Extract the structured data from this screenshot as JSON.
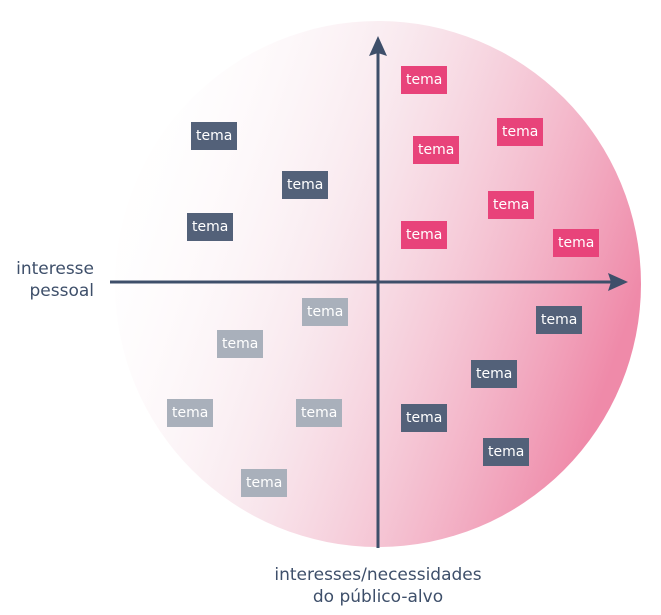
{
  "colors": {
    "axis": "#3e4f6a",
    "circle_gradient_start": "#ffffff",
    "circle_gradient_end": "#ef8aa9",
    "tag_pink": "#e8437a",
    "tag_dark": "#536179",
    "tag_light": "#a9b0bb",
    "tag_text": "#ffffff"
  },
  "axes": {
    "x_label": "interesse pessoal",
    "x_label_lines": [
      "interesse",
      "pessoal"
    ],
    "y_label": "interesses/necessidades do público-alvo",
    "y_label_lines": [
      "interesses/necessidades",
      "do público-alvo"
    ]
  },
  "tags": [
    {
      "label": "tema",
      "quadrant": "top-right",
      "style": "pink"
    },
    {
      "label": "tema",
      "quadrant": "top-right",
      "style": "pink"
    },
    {
      "label": "tema",
      "quadrant": "top-right",
      "style": "pink"
    },
    {
      "label": "tema",
      "quadrant": "top-right",
      "style": "pink"
    },
    {
      "label": "tema",
      "quadrant": "top-right",
      "style": "pink"
    },
    {
      "label": "tema",
      "quadrant": "top-right",
      "style": "pink"
    },
    {
      "label": "tema",
      "quadrant": "top-left",
      "style": "dark"
    },
    {
      "label": "tema",
      "quadrant": "top-left",
      "style": "dark"
    },
    {
      "label": "tema",
      "quadrant": "top-left",
      "style": "dark"
    },
    {
      "label": "tema",
      "quadrant": "bottom-right",
      "style": "dark"
    },
    {
      "label": "tema",
      "quadrant": "bottom-right",
      "style": "dark"
    },
    {
      "label": "tema",
      "quadrant": "bottom-right",
      "style": "dark"
    },
    {
      "label": "tema",
      "quadrant": "bottom-right",
      "style": "dark"
    },
    {
      "label": "tema",
      "quadrant": "bottom-left",
      "style": "light"
    },
    {
      "label": "tema",
      "quadrant": "bottom-left",
      "style": "light"
    },
    {
      "label": "tema",
      "quadrant": "bottom-left",
      "style": "light"
    },
    {
      "label": "tema",
      "quadrant": "bottom-left",
      "style": "light"
    },
    {
      "label": "tema",
      "quadrant": "bottom-left",
      "style": "light"
    }
  ]
}
